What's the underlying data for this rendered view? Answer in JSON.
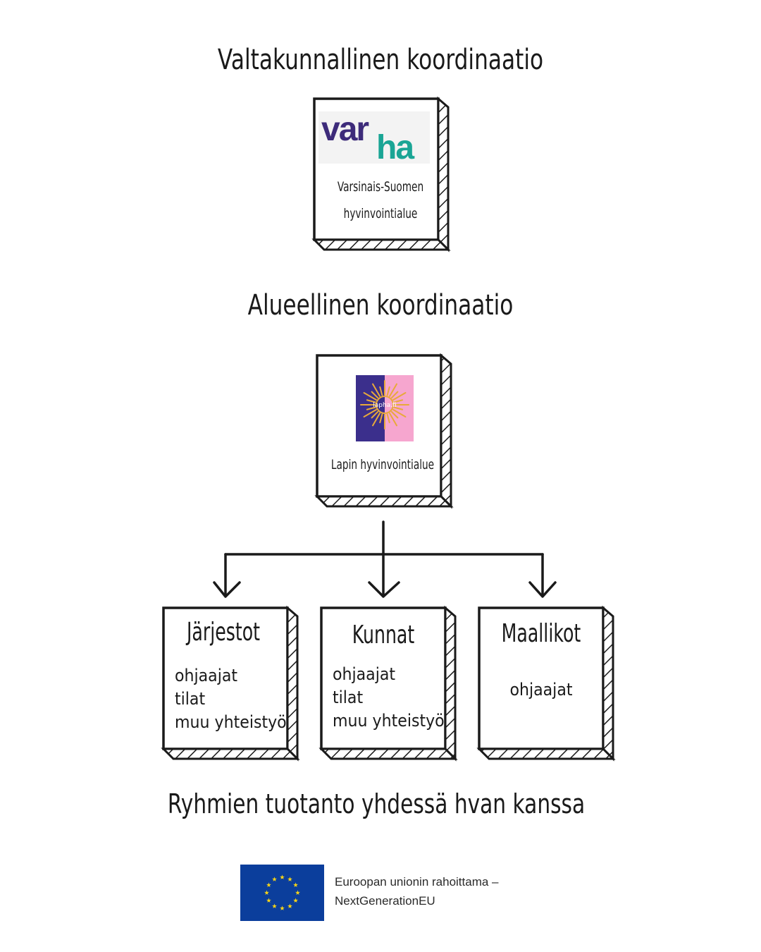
{
  "headings": {
    "national": "Valtakunnallinen koordinaatio",
    "regional": "Alueellinen koordinaatio",
    "bottom": "Ryhmien tuotanto yhdessä hvan kanssa"
  },
  "national_org": {
    "logo": {
      "part1": "var",
      "part2": "ha",
      "color1": "#3d2b7a",
      "color2": "#1aa595"
    },
    "caption_line1": "Varsinais-Suomen",
    "caption_line2": "hyvinvointialue"
  },
  "regional_org": {
    "logo": {
      "wordmark": "lapha.fi",
      "left_color": "#3b2f8c",
      "right_color": "#f6a6cf",
      "sun_color": "#e8a93a"
    },
    "caption": "Lapin hyvinvointialue"
  },
  "groups": [
    {
      "title": "Järjestot",
      "items": [
        "ohjaajat",
        "tilat",
        "muu yhteistyö"
      ]
    },
    {
      "title": "Kunnat",
      "items": [
        "ohjaajat",
        "tilat",
        "muu yhteistyö"
      ]
    },
    {
      "title": "Maallikot",
      "items": [
        "ohjaajat"
      ]
    }
  ],
  "funding": {
    "flag_color": "#0b3e9c",
    "star_color": "#f7d417",
    "line1": "Euroopan unionin rahoittama –",
    "line2": "NextGenerationEU"
  }
}
